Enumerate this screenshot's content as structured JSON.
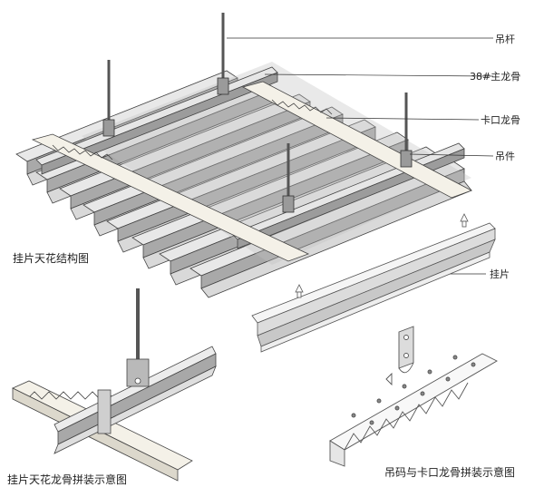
{
  "labels": {
    "hanger_rod": "吊杆",
    "main_keel": "38#主龙骨",
    "clip_keel": "卡口龙骨",
    "hanger": "吊件",
    "panel": "挂片"
  },
  "captions": {
    "structure": "挂片天花结构图",
    "keel_assembly": "挂片天花龙骨拼装示意图",
    "clip_assembly": "吊码与卡口龙骨拼装示意图"
  },
  "colors": {
    "line": "#333333",
    "metal_light": "#eeeeee",
    "metal_mid": "#c8c8c8",
    "metal_dark": "#8a8a8a",
    "keel": "#f4f1e8",
    "rod": "#555555"
  }
}
